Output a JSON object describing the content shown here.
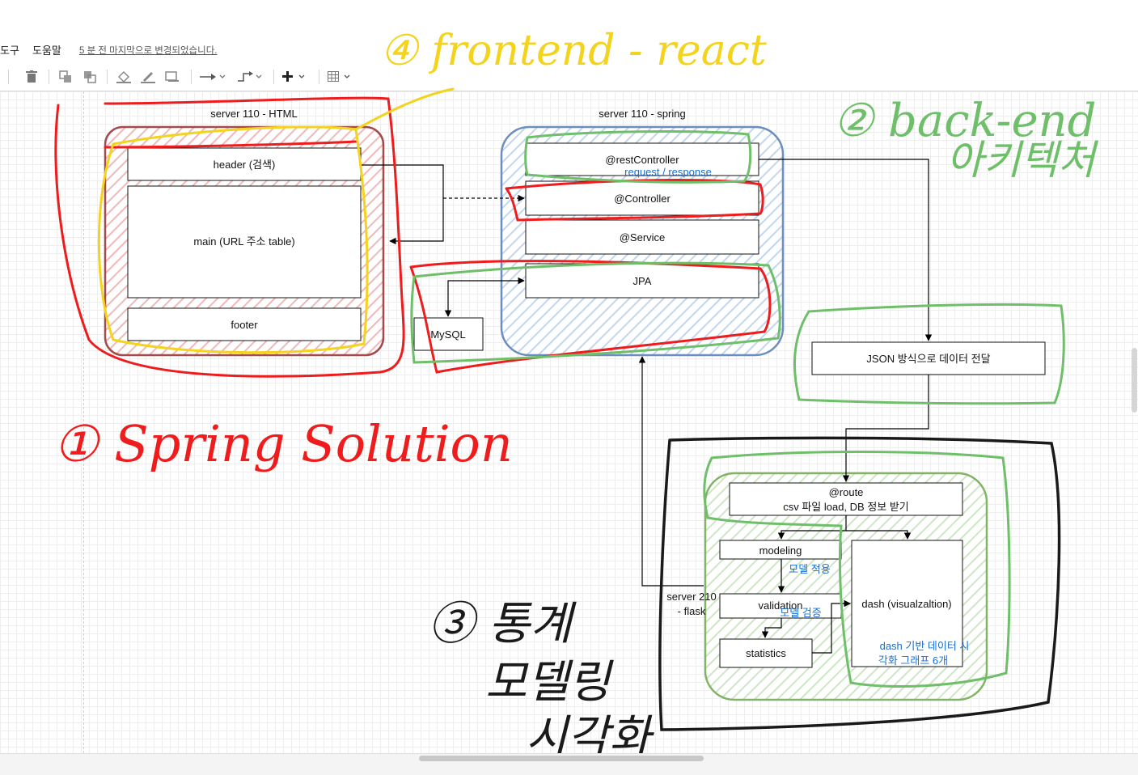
{
  "menu": {
    "items": [
      "도구",
      "도움말"
    ],
    "last_change": "5 분 전 마지막으로 변경되었습니다."
  },
  "toolbar": {
    "icons": [
      "delete-icon",
      "to-front-icon",
      "to-back-icon",
      "fill-color-icon",
      "line-color-icon",
      "shadow-icon",
      "connection-icon",
      "waypoints-icon",
      "insert-icon",
      "table-icon"
    ]
  },
  "diagram": {
    "html_group_title": "server 110 - HTML",
    "html_header": "header (검색)",
    "html_main": "main (URL 주소 table)",
    "html_footer": "footer",
    "spring_group_title": "server 110 - spring",
    "rest_controller": "@restController",
    "rest_controller_note": "request / response",
    "controller": "@Controller",
    "service": "@Service",
    "jpa": "JPA",
    "mysql": "MySQL",
    "json_box": "JSON 방식으로 데이터 전달",
    "flask_title_line1": "server 210",
    "flask_title_line2": "- flask",
    "route_line1": "@route",
    "route_line2": "csv 파일 load, DB 정보 받기",
    "modeling": "modeling",
    "modeling_note": "모델 적용",
    "validation": "validation",
    "validation_note": "모델 검증",
    "statistics": "statistics",
    "dash": "dash (visualzaltion)",
    "dash_note_line1": "dash 기반 데이터 시",
    "dash_note_line2": "각화 그래프 6개"
  },
  "annotations": {
    "red": "① Spring Solution",
    "yellow": "④ frontend - react",
    "green_line1": "② back-end",
    "green_line2": "아키텍처",
    "black_line1": "③ 통계",
    "black_line2": "모델링",
    "black_line3": "시각화"
  },
  "colors": {
    "red_ink": "#ee1c1c",
    "yellow_ink": "#f4d31c",
    "green_ink": "#6fbf6a",
    "black_ink": "#1a1a1a",
    "html_group_stroke": "#a34a4a",
    "spring_group_stroke": "#6c8ebf",
    "flask_group_stroke": "#82b366"
  }
}
